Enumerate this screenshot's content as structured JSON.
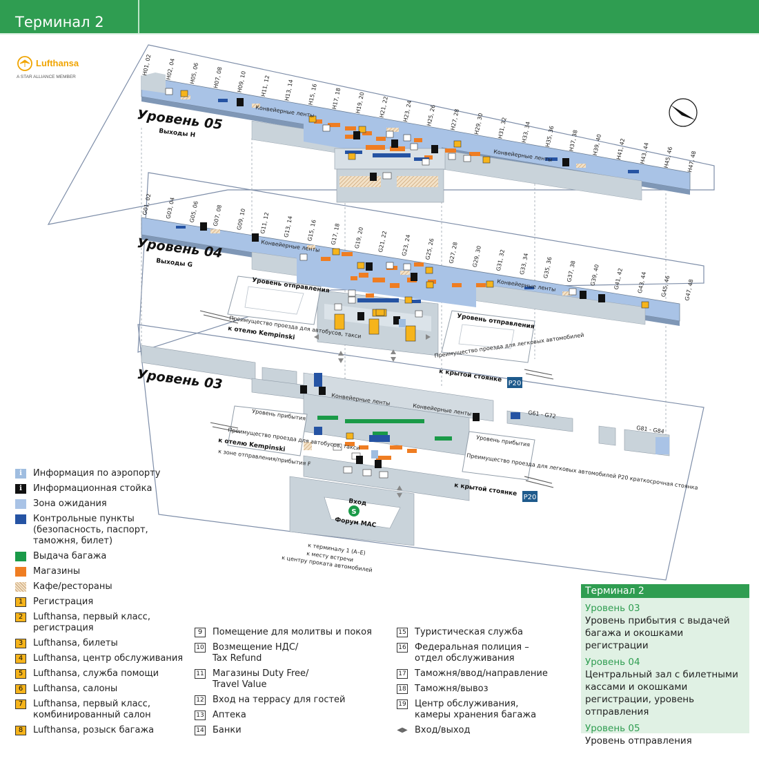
{
  "header": {
    "title": "Терминал 2"
  },
  "logo": {
    "name": "Lufthansa",
    "subtitle": "A STAR ALLIANCE MEMBER"
  },
  "colors": {
    "brand_green": "#2f9d51",
    "waiting_zone": "#a9c3e6",
    "checkpoint": "#2553a3",
    "baggage": "#1a9a48",
    "shops": "#ef7d22",
    "lufthansa": "#f6b41b",
    "building": "#c9d3da"
  },
  "levels": {
    "l05": {
      "name": "Уровень 05",
      "sub": "Выходы H"
    },
    "l04": {
      "name": "Уровень 04",
      "sub": "Выходы G"
    },
    "l03": {
      "name": "Уровень 03"
    }
  },
  "gates_h": [
    "H01, 02",
    "H02, 04",
    "H05, 06",
    "H07, 08",
    "H09, 10",
    "H11, 12",
    "H13, 14",
    "H15, 16",
    "H17, 18",
    "H19, 20",
    "H21, 22",
    "H23, 24",
    "H25, 26",
    "H27, 28",
    "H29, 30",
    "H31, 32",
    "H33, 34",
    "H35, 36",
    "H37, 38",
    "H39, 40",
    "H41, 42",
    "H43, 44",
    "H45, 46",
    "H47, 48"
  ],
  "gates_g": [
    "G01, 02",
    "G03, 04",
    "G05, 06",
    "G07, 08",
    "G09, 10",
    "G11, 12",
    "G13, 14",
    "G15, 16",
    "G17, 18",
    "G19, 20",
    "G21, 22",
    "G23, 24",
    "G25, 26",
    "G27, 28",
    "G29, 30",
    "G31, 32",
    "G33, 34",
    "G35, 36",
    "G37, 38",
    "G39, 40",
    "G41, 42",
    "G43, 44",
    "G45, 46",
    "G47, 48"
  ],
  "map_labels": {
    "conveyor_05a": "Конвейерные ленты",
    "conveyor_05b": "Конвейерные ленты",
    "conveyor_04a": "Конвейерные ленты",
    "conveyor_04b": "Конвейерные ленты",
    "conveyor_03a": "Конвейерные ленты",
    "conveyor_03b": "Конвейерные ленты",
    "dep_left": "Уровень отправления",
    "dep_left_priority": "Преимущество проезда для автобусов, такси",
    "to_kempinski_1": "к отелю Kempinski",
    "dep_right": "Уровень отправления",
    "dep_right_priority": "Преимущество проезда для легковых автомобилей",
    "covered_parking_1": "к крытой стоянке",
    "parking_1": "P20",
    "arr_left": "Уровень прибытия",
    "arr_left_priority": "Преимущество проезда для автобусов, такси",
    "to_kempinski_2": "к отелю Kempinski",
    "to_zone_f": "к зоне отправления/прибытия F",
    "arr_right": "Уровень прибытия",
    "arr_right_priority": "Преимущество проезда для легковых автомобилей P20 краткосрочная стоянка",
    "covered_parking_2": "к крытой стоянке",
    "parking_2": "P20",
    "gates_g61": "G61 - G72",
    "gates_g81": "G81 - G84",
    "entrance": "Вход",
    "s_bahn": "S",
    "forum": "Форум МАС",
    "to_t1": "к терминалу 1 (A–E)",
    "to_meeting": "к месту встречи",
    "to_car_rental": "к центру проката автомобилей"
  },
  "legend_left": [
    {
      "kind": "info",
      "mark": "i",
      "label": "Информация по аэропорту"
    },
    {
      "kind": "desk",
      "mark": "i",
      "label": "Информационная стойка"
    },
    {
      "kind": "waiting",
      "mark": "",
      "label": "Зона ожидания"
    },
    {
      "kind": "checkpoint",
      "mark": "",
      "label": "Контрольные пункты\n(безопасность, паспорт,\nтаможня, билет)"
    },
    {
      "kind": "baggage",
      "mark": "",
      "label": "Выдача багажа"
    },
    {
      "kind": "shops",
      "mark": "",
      "label": "Магазины"
    },
    {
      "kind": "cafe",
      "mark": "",
      "label": "Кафе/рестораны"
    },
    {
      "kind": "num",
      "mark": "1",
      "label": "Регистрация"
    },
    {
      "kind": "num",
      "mark": "2",
      "label": "Lufthansa, первый класс,\nрегистрация"
    },
    {
      "kind": "num",
      "mark": "3",
      "label": "Lufthansa, билеты"
    },
    {
      "kind": "num",
      "mark": "4",
      "label": "Lufthansa, центр обслуживания"
    },
    {
      "kind": "num",
      "mark": "5",
      "label": "Lufthansa, служба помощи"
    },
    {
      "kind": "num",
      "mark": "6",
      "label": "Lufthansa, салоны"
    },
    {
      "kind": "num",
      "mark": "7",
      "label": "Lufthansa, первый класс,\nкомбинированный салон"
    },
    {
      "kind": "num",
      "mark": "8",
      "label": "Lufthansa, розыск багажа"
    }
  ],
  "legend_mid": [
    {
      "mark": "9",
      "label": "Помещение для молитвы и покоя"
    },
    {
      "mark": "10",
      "label": "Возмещение НДС/\nTax Refund"
    },
    {
      "mark": "11",
      "label": "Магазины Duty Free/\nTravel Value"
    },
    {
      "mark": "12",
      "label": "Вход на террасу для гостей"
    },
    {
      "mark": "13",
      "label": "Аптека"
    },
    {
      "mark": "14",
      "label": "Банки"
    }
  ],
  "legend_right": [
    {
      "mark": "15",
      "label": "Туристическая служба"
    },
    {
      "mark": "16",
      "label": "Федеральная полиция –\nотдел обслуживания"
    },
    {
      "mark": "17",
      "label": "Таможня/ввод/направление"
    },
    {
      "mark": "18",
      "label": "Таможня/вывоз"
    },
    {
      "mark": "19",
      "label": "Центр обслуживания,\nкамеры хранения багажа"
    },
    {
      "mark": "◀▶",
      "label": "Вход/выход"
    }
  ],
  "terminal_box": {
    "title": "Терминал 2",
    "entries": [
      {
        "level": "Уровень 03",
        "desc": "Уровень прибытия с выдачей багажа и окошками регистрации"
      },
      {
        "level": "Уровень 04",
        "desc": "Центральный зал с билетными кассами и окошками регистрации, уровень отправления"
      },
      {
        "level": "Уровень 05",
        "desc": "Уровень отправления"
      }
    ]
  }
}
